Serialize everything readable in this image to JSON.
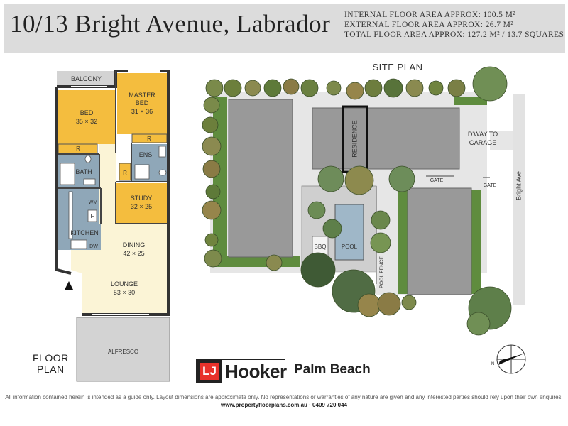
{
  "header": {
    "title": "10/13 Bright Avenue, Labrador",
    "internal_area": "INTERNAL FLOOR AREA APPROX: 100.5 M²",
    "external_area": "EXTERNAL FLOOR AREA APPROX: 26.7 M²",
    "total_area": "TOTAL FLOOR AREA APPROX: 127.2 M² / 13.7 SQUARES"
  },
  "floor_plan": {
    "label_line1": "FLOOR",
    "label_line2": "PLAN",
    "rooms": {
      "balcony": "BALCONY",
      "bed_name": "BED",
      "bed_dims": "35 × 32",
      "master_name": "MASTER",
      "master_name2": "BED",
      "master_dims": "31 × 36",
      "robe1": "R",
      "robe2": "R",
      "robe3": "R",
      "ens": "ENS",
      "bath": "BATH",
      "study_name": "STUDY",
      "study_dims": "32 × 25",
      "wm": "WM",
      "fridge": "F",
      "kitchen": "KITCHEN",
      "dw": "DW",
      "dining_name": "DINING",
      "dining_dims": "42 × 25",
      "lounge_name": "LOUNGE",
      "lounge_dims": "53 × 30",
      "alfresco": "ALFRESCO"
    }
  },
  "site_plan": {
    "title": "SITE PLAN",
    "residence": "RESIDENCE",
    "driveway_line1": "D'WAY TO",
    "driveway_line2": "GARAGE",
    "gate1": "GATE",
    "gate2": "GATE",
    "street": "Bright Ave",
    "bbq": "BBQ",
    "pool": "POOL",
    "pool_fence": "POOL FENCE"
  },
  "branding": {
    "lj": "LJ",
    "hooker": "Hooker",
    "office": "Palm Beach"
  },
  "footer": {
    "disclaimer": "All information contained herein is intended as a guide only. Layout dimensions are approximate only. No representations or warranties of any nature are given and any interested parties should rely upon their own enquires.",
    "website": "www.propertyfloorplans.com.au · 0409 720 044"
  },
  "colors": {
    "bedroom": "#f4bd3e",
    "wet_area": "#8fa7b8",
    "living": "#fbf4d6",
    "alfresco": "#d3d3d3",
    "building": "#999999",
    "lawn": "#5f8c3e"
  },
  "compass": {
    "label": "N"
  }
}
